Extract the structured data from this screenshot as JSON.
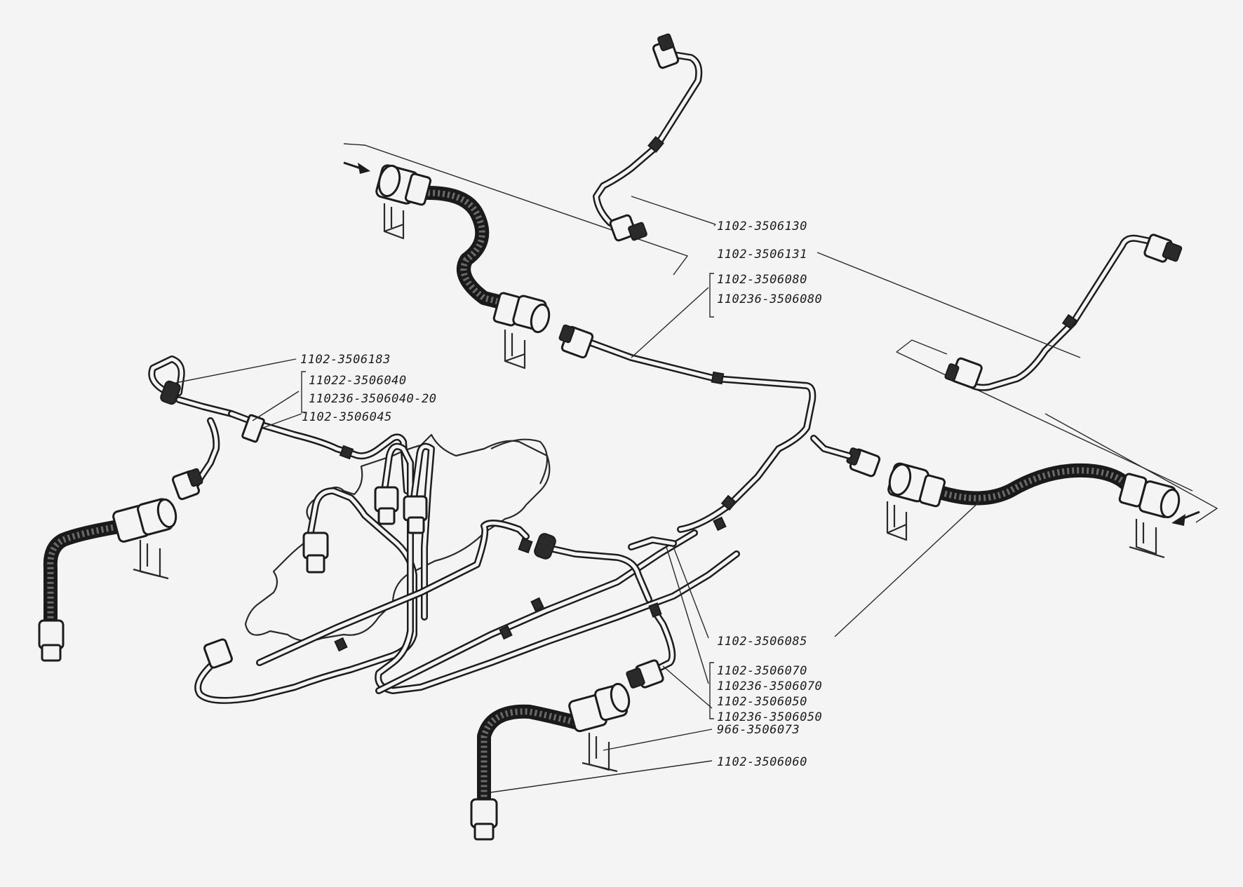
{
  "labels": {
    "p6130": "1102-3506130",
    "p6131": "1102-3506131",
    "p6080a": "1102-3506080",
    "p6080b": "110236-3506080",
    "p6183": "1102-3506183",
    "p6040a": "11022-3506040",
    "p6040b": "110236-3506040-20",
    "p6045": "1102-3506045",
    "p6085": "1102-3506085",
    "p6070a": "1102-3506070",
    "p6070b": "110236-3506070",
    "p6050a": "1102-3506050",
    "p6050b": "110236-3506050",
    "p6073": "966-3506073",
    "p6060": "1102-3506060"
  }
}
